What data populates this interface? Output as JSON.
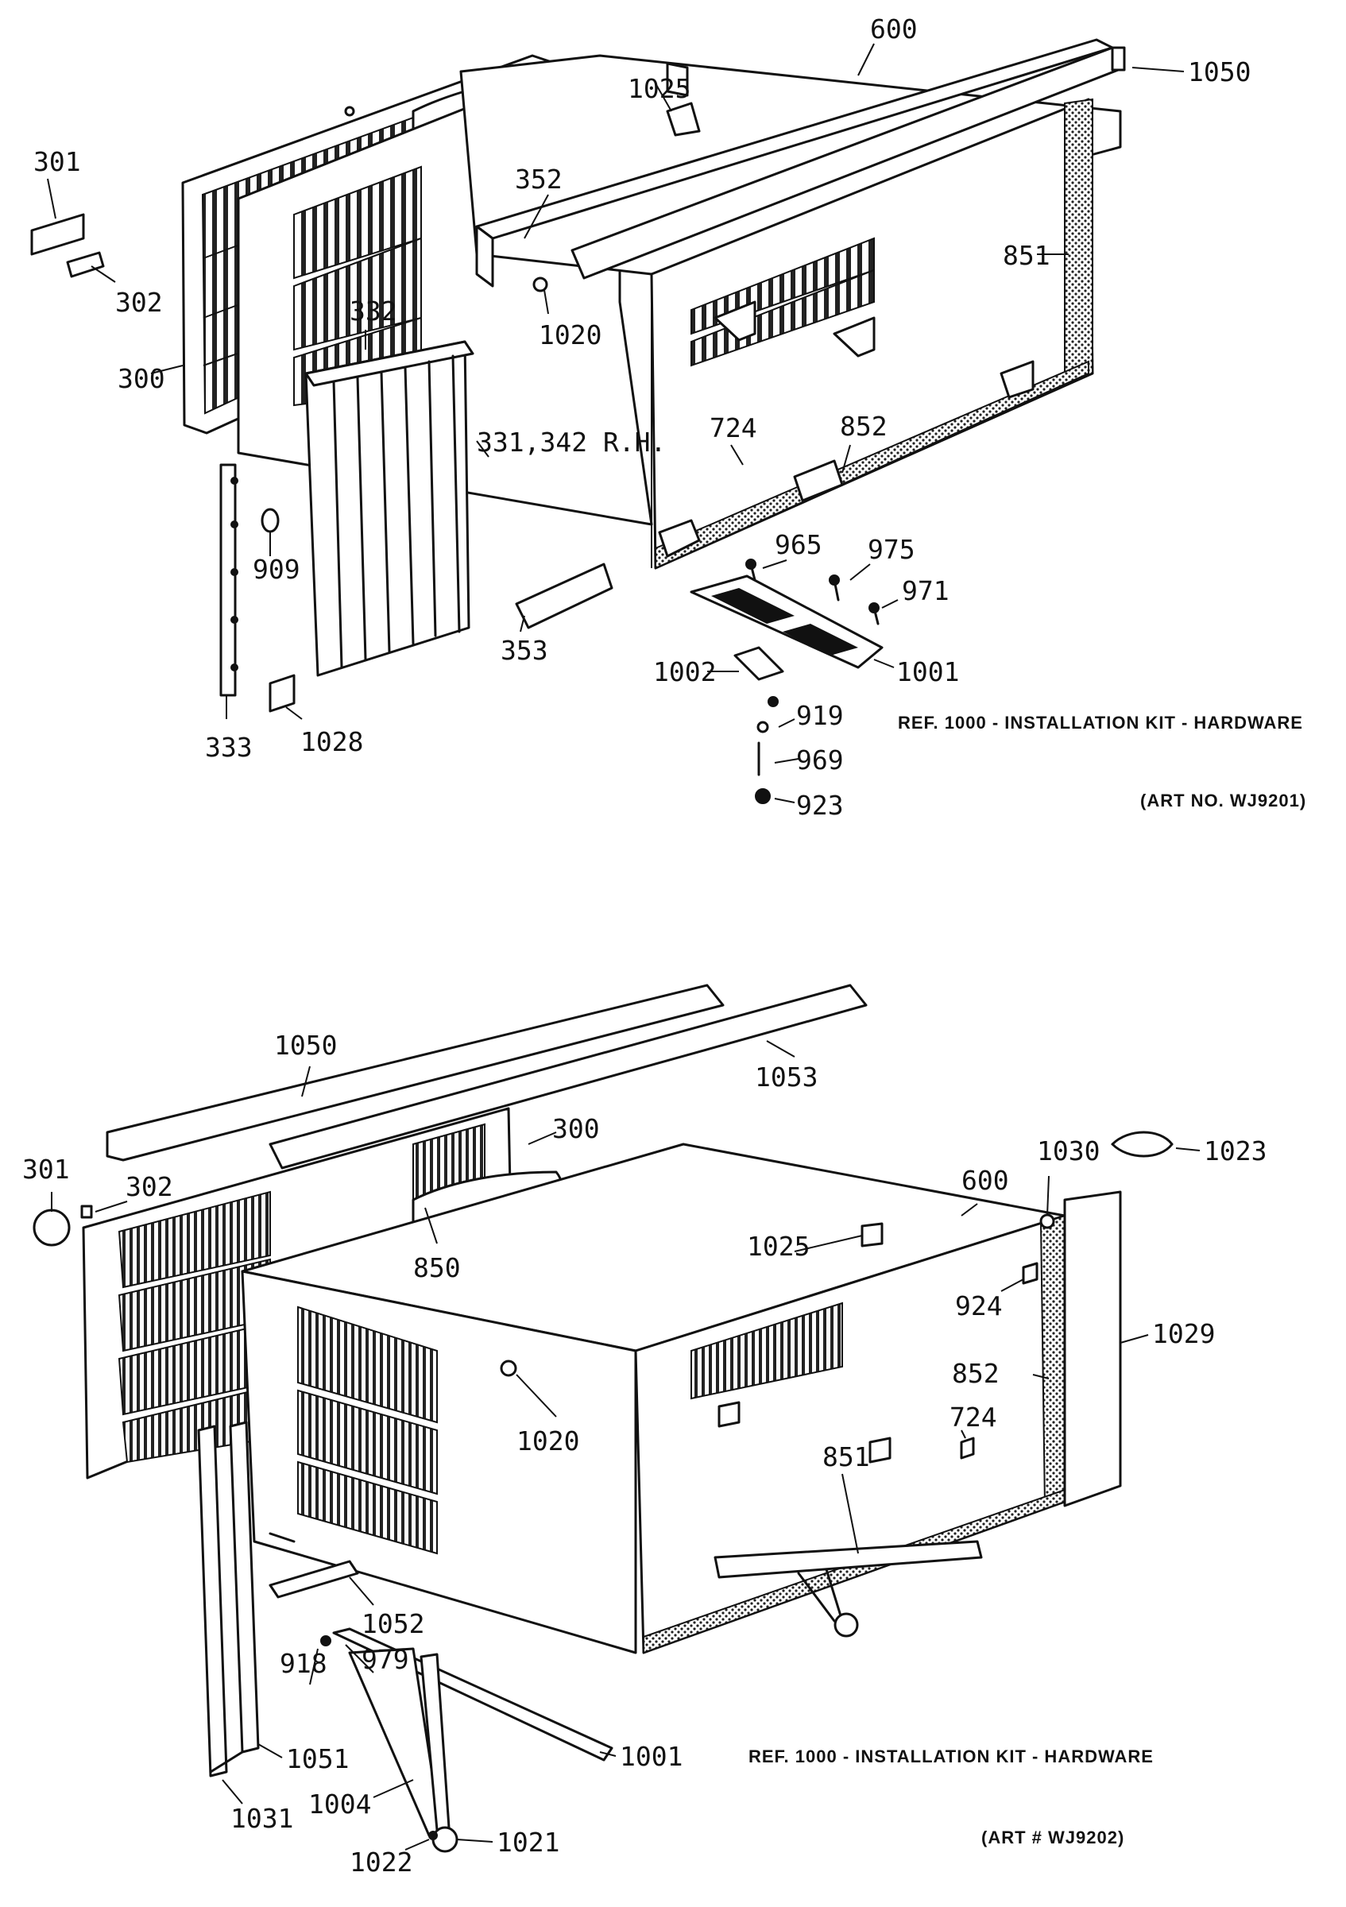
{
  "upper": {
    "labels": {
      "c600": "600",
      "c1050": "1050",
      "c1025": "1025",
      "c301": "301",
      "c352": "352",
      "c851": "851",
      "c302": "302",
      "c1020": "1020",
      "c332": "332",
      "c300": "300",
      "c724": "724",
      "c852": "852",
      "c331": "331,342 R.H.",
      "c909": "909",
      "c965": "965",
      "c975": "975",
      "c971": "971",
      "c353": "353",
      "c1002": "1002",
      "c1001": "1001",
      "c919": "919",
      "c333": "333",
      "c1028": "1028",
      "c969": "969",
      "c923": "923"
    },
    "note": "REF. 1000 - INSTALLATION KIT - HARDWARE",
    "art": "(ART NO. WJ9201)"
  },
  "lower": {
    "labels": {
      "c1050": "1050",
      "c1053": "1053",
      "c300": "300",
      "c301": "301",
      "c302": "302",
      "c1030": "1030",
      "c1023": "1023",
      "c600": "600",
      "c850": "850",
      "c1025": "1025",
      "c924": "924",
      "c1029": "1029",
      "c852": "852",
      "c1020": "1020",
      "c724": "724",
      "c851": "851",
      "c1052": "1052",
      "c918": "918",
      "c979": "979",
      "c1051": "1051",
      "c1001": "1001",
      "c1004": "1004",
      "c1031": "1031",
      "c1022": "1022",
      "c1021": "1021"
    },
    "note": "REF. 1000 - INSTALLATION KIT - HARDWARE",
    "art": "(ART # WJ9202)"
  }
}
